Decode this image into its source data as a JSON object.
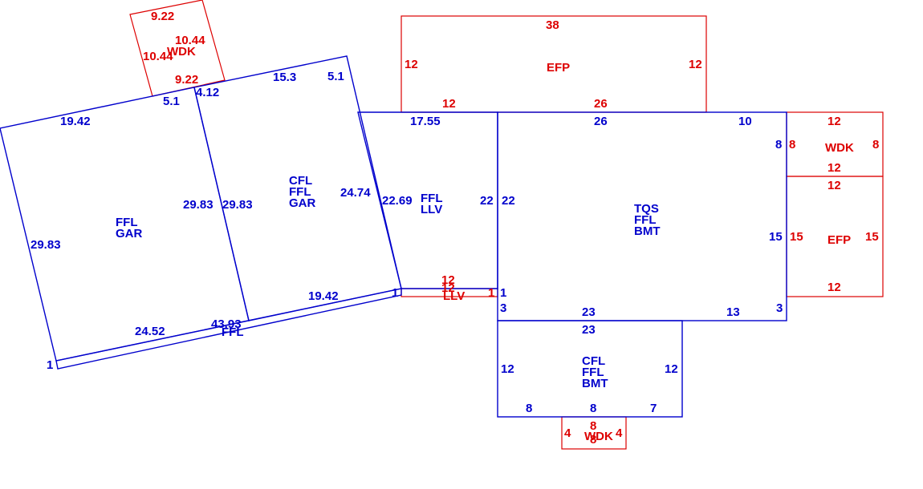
{
  "colors": {
    "main": "#0000cc",
    "accent": "#dd0000"
  },
  "labels": {
    "gar_left": [
      "FFL",
      "GAR"
    ],
    "gar_right": [
      "CFL",
      "FFL",
      "GAR"
    ],
    "llv": [
      "FFL",
      "LLV"
    ],
    "main_house": [
      "TQS",
      "FFL",
      "BMT"
    ],
    "basement": [
      "CFL",
      "FFL",
      "BMT"
    ],
    "efp_top": "EFP",
    "efp_right": "EFP",
    "wdk_right": "WDK",
    "wdk_top": "WDK",
    "wdk_bottom": "WDK",
    "llv_strip": "LLV",
    "ffl_strip": "FFL"
  },
  "dims": {
    "d19_42a": "19.42",
    "d5_1a": "5.1",
    "d4_12": "4.12",
    "d15_3": "15.3",
    "d5_1b": "5.1",
    "d29_83a": "29.83",
    "d29_83b": "29.83",
    "d29_83c": "29.83",
    "d24_74": "24.74",
    "d22_69": "22.69",
    "d19_42b": "19.42",
    "d24_52": "24.52",
    "d43_93": "43.93",
    "d1a": "1",
    "d17_55": "17.55",
    "d22a": "22",
    "d22b": "22",
    "d1b": "1",
    "d1c": "1",
    "d1d": "1",
    "d26a": "26",
    "d10": "10",
    "d8a": "8",
    "d15a": "15",
    "d3a": "3",
    "d23a": "23",
    "d13": "13",
    "d3b": "3",
    "d23b": "23",
    "d12a": "12",
    "d12b": "12",
    "d8b": "8",
    "d8c": "8",
    "d7": "7",
    "r38": "38",
    "r12a": "12",
    "r12b": "12",
    "r12c": "12",
    "r26": "26",
    "r12d": "12",
    "r8a": "8",
    "r8b": "8",
    "r12e": "12",
    "r12f": "12",
    "r15a": "15",
    "r15b": "15",
    "r12g": "12",
    "r12h": "12",
    "r12i": "12",
    "r9_22a": "9.22",
    "r10_44a": "10.44",
    "r10_44b": "10.44",
    "r9_22b": "9.22",
    "r8c": "8",
    "r4a": "4",
    "r4b": "4",
    "r8d": "8"
  }
}
